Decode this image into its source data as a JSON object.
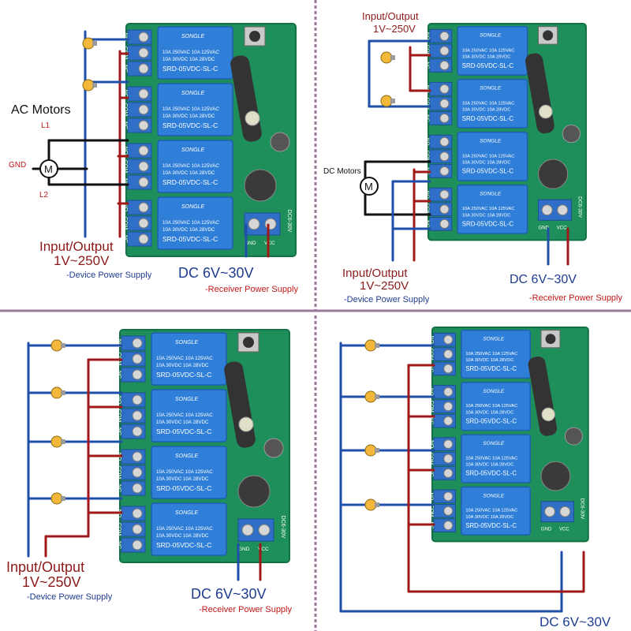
{
  "colors": {
    "board": "#1e8f5a",
    "board_edge": "#147045",
    "relay": "#2f7fd8",
    "relay_dark": "#1e5fb0",
    "wire_blue": "#1f4fa8",
    "wire_red": "#a01818",
    "wire_black": "#111111",
    "divider": "#9c7a9a",
    "terminal": "#2f6fc8",
    "bulb": "#f3b83a"
  },
  "panels": [
    {
      "id": "top-left",
      "motor_title": "AC Motors",
      "l1": "L1",
      "l2": "L2",
      "gnd": "GND",
      "motor_symbol": "M",
      "io_title": "Input/Output",
      "io_voltage": "1V~250V",
      "device_supply": "-Device Power Supply",
      "dc_title": "DC 6V~30V",
      "receiver_supply": "-Receiver Power Supply"
    },
    {
      "id": "top-right",
      "io_title": "Input/Output",
      "io_voltage": "1V~250V",
      "motor_title": "DC Motors",
      "motor_symbol": "M",
      "io_title_bottom": "Input/Output",
      "io_voltage_bottom": "1V~250V",
      "device_supply": "-Device Power Supply",
      "dc_title": "DC 6V~30V",
      "receiver_supply": "-Receiver Power Supply"
    },
    {
      "id": "bottom-left",
      "io_title": "Input/Output",
      "io_voltage": "1V~250V",
      "device_supply": "-Device Power Supply",
      "dc_title": "DC 6V~30V",
      "receiver_supply": "-Receiver Power Supply"
    },
    {
      "id": "bottom-right",
      "dc_title": "DC 6V~30V"
    }
  ],
  "board_text": {
    "relay_brand": "SONGLE",
    "relay_line1": "10A 250VAC  10A 125VAC",
    "relay_line2": "10A 30VDC   10A 28VDC",
    "relay_model": "SRD-05VDC-SL-C",
    "terminal_labels": [
      "NO",
      "COM",
      "NC"
    ],
    "power_label": "DC6-30V",
    "gnd_label": "GND",
    "vcc_label": "VCC"
  }
}
